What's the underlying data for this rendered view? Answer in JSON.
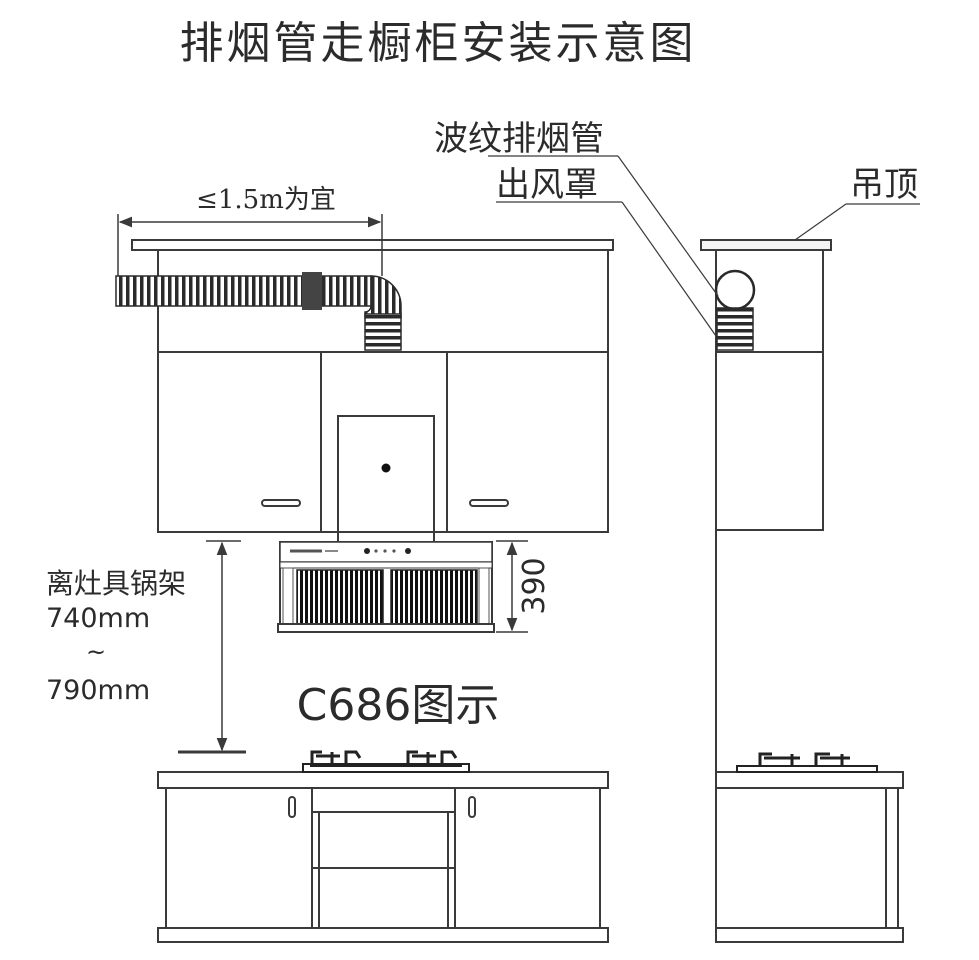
{
  "title": "排烟管走橱柜安装示意图",
  "labels": {
    "duct_length": "≤1.5m为宜",
    "corrugated_pipe": "波纹排烟管",
    "outlet_hood": "出风罩",
    "ceiling": "吊顶",
    "distance_line1": "离灶具锅架",
    "distance_line2": "740mm",
    "distance_line3": "~",
    "distance_line4": "790mm",
    "hood_height": "390",
    "model_caption": "C686图示"
  },
  "colors": {
    "line": "#3a3a3a",
    "text": "#2b2b2b",
    "fill": "#000000"
  }
}
